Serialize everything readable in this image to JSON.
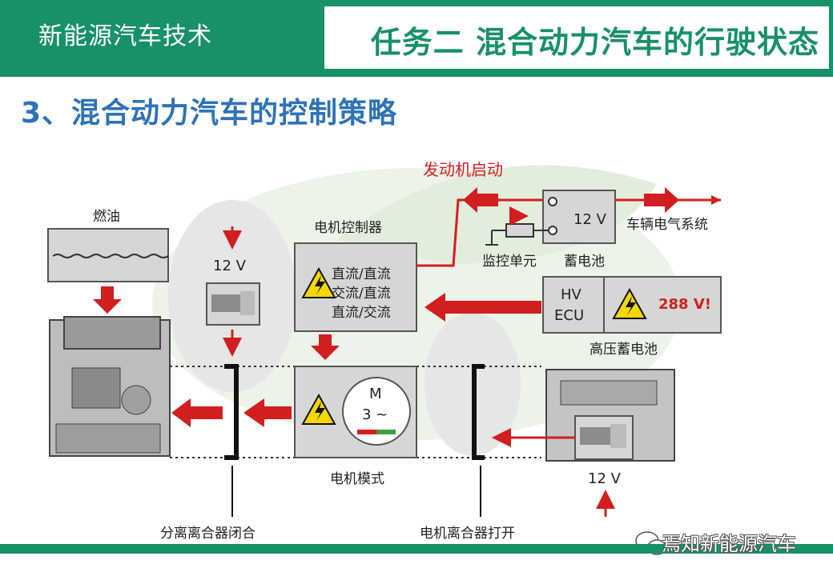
{
  "header": {
    "course": "新能源汽车技术",
    "task": "任务二 混合动力汽车的行驶状态"
  },
  "section_title": "3、混合动力汽车的控制策略",
  "diagram": {
    "fuel_label": "燃油",
    "starter_voltage_left": "12 V",
    "motor_controller_title": "电机控制器",
    "motor_controller_lines": [
      "直流/直流",
      "交流/直流",
      "直流/交流"
    ],
    "engine_start_label": "发动机启动",
    "battery_voltage": "12 V",
    "vehicle_electrical": "车辆电气系统",
    "monitoring_unit": "监控单元",
    "battery_12v_label": "蓄电池",
    "hv_ecu_line1": "HV",
    "hv_ecu_line2": "ECU",
    "hv_voltage": "288 V!",
    "hv_battery_label": "高压蓄电池",
    "motor_symbol_line1": "M",
    "motor_symbol_line2": "3 ~",
    "motor_mode_label": "电机模式",
    "starter_voltage_right": "12 V",
    "clutch_left_label": "分离离合器闭合",
    "clutch_right_label": "电机离合器打开"
  },
  "watermark": "焉知新能源汽车",
  "colors": {
    "header_green": "#179165",
    "title_blue": "#2e72b8",
    "arrow_red": "#d21e1e",
    "warning_yellow": "#f5d800",
    "box_gray": "#d6d6d6"
  }
}
